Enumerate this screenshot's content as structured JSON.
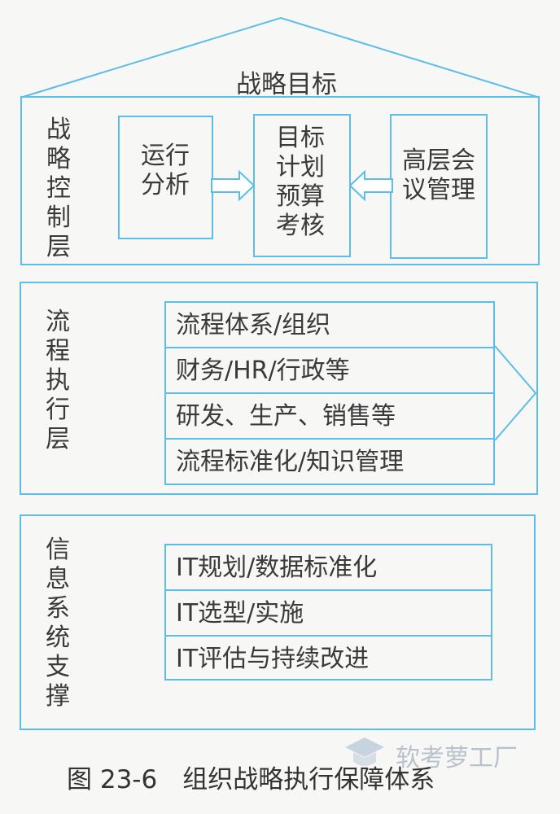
{
  "roof_title": "战略目标",
  "control_layer": {
    "label": "战略控制层",
    "box_left": "运行分析",
    "box_middle": "目标计划预算考核",
    "box_right": "高层会议管理"
  },
  "process_layer": {
    "label": "流程执行层",
    "rows": [
      "流程体系/组织",
      "财务/HR/行政等",
      "研发、生产、销售等",
      "流程标准化/知识管理"
    ]
  },
  "it_layer": {
    "label": "信息系统支撑",
    "rows": [
      "IT规划/数据标准化",
      "IT选型/实施",
      "IT评估与持续改进"
    ]
  },
  "caption": "图 23-6　组织战略执行保障体系",
  "watermark": "软考萝工厂",
  "colors": {
    "line": "#5bbde8",
    "text": "#3a3a3a",
    "background": "#f7f7f5"
  }
}
